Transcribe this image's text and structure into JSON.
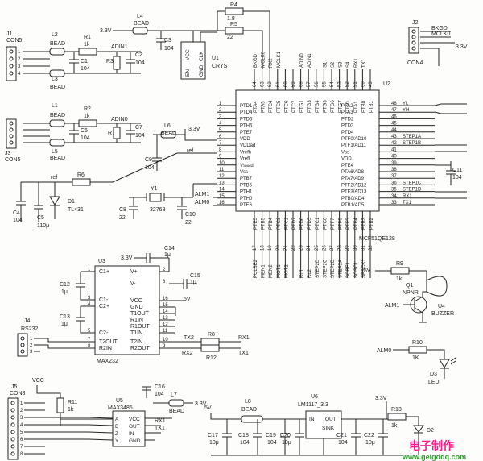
{
  "connectors": {
    "j1": {
      "ref": "J1",
      "name": "CON5",
      "pins": [
        "1",
        "2",
        "3",
        "4"
      ]
    },
    "j3": {
      "ref": "J3",
      "name": "CON5",
      "pins": [
        "1",
        "2",
        "3",
        "4"
      ]
    },
    "j2": {
      "ref": "J2",
      "name": "CON4",
      "nets": [
        "BKGD",
        "MCLK0",
        "3.3V"
      ],
      "pins": [
        "4",
        "3",
        "2",
        "1"
      ]
    },
    "j4": {
      "ref": "J4",
      "name": "RS232",
      "pins": [
        "1",
        "2",
        "3"
      ]
    },
    "j5": {
      "ref": "J5",
      "name": "CON8",
      "pins": [
        "1",
        "2",
        "3",
        "4",
        "5",
        "6",
        "7",
        "8"
      ]
    }
  },
  "top": {
    "v33": "3.3V",
    "l4": "L4",
    "l4b": "BEAD",
    "c3": "C3",
    "c3v": "104",
    "r4": "R4",
    "r4v": "1.8",
    "r5": "R5",
    "r5v": "22",
    "vcc": "VCC",
    "en": "EN",
    "gnd": "GND",
    "clk": "CLK",
    "u1": "U1",
    "crys": "CRYS",
    "l2": "L2",
    "l2b": "BEAD",
    "r1": "R1",
    "r1v": "1k",
    "adin1": "ADIN1",
    "c1": "C1",
    "c1v": "104",
    "r3": "R3",
    "c2": "C2",
    "c2v": "104",
    "l3": "L3",
    "l3b": "BEAD",
    "l1": "L1",
    "l1b": "BEAD",
    "r2": "R2",
    "r2v": "1k",
    "adin0": "ADIN0",
    "c6": "C6",
    "c6v": "104",
    "r7": "R7",
    "c7": "C7",
    "c7v": "104",
    "l5": "L5",
    "l5b": "BEAD",
    "r6": "R6",
    "ref": "ref",
    "d1": "D1",
    "d1v": "TL431",
    "c4": "C4",
    "c4v": "104",
    "c5": "C5",
    "c5v": "110μ",
    "l6": "L6",
    "l6b": "BEAD",
    "v33b": "3.3V",
    "c9": "C9",
    "c9v": "104",
    "ref2": "ref",
    "y1": "Y1",
    "y1v": "32768",
    "c8": "C8",
    "c8v": "22",
    "c10": "C10",
    "c10v": "22",
    "alm1": "ALM1",
    "alm0": "ALM0"
  },
  "mcu": {
    "ref": "U2",
    "part": "MCF51QE128",
    "left_pins": [
      {
        "n": "1",
        "l": "PTD1"
      },
      {
        "n": "2",
        "l": "PTD4"
      },
      {
        "n": "3",
        "l": "PTD6"
      },
      {
        "n": "4",
        "l": "PTH6"
      },
      {
        "n": "5",
        "l": "PTE7"
      },
      {
        "n": "6",
        "l": "VDD"
      },
      {
        "n": "7",
        "l": "VDDad"
      },
      {
        "n": "8",
        "l": "Vrefh"
      },
      {
        "n": "9",
        "l": "Vrefl"
      },
      {
        "n": "10",
        "l": "Vssad"
      },
      {
        "n": "11",
        "l": "Vss"
      },
      {
        "n": "12",
        "l": "PTB7"
      },
      {
        "n": "13",
        "l": "PTB6"
      },
      {
        "n": "14",
        "l": "PTH1"
      },
      {
        "n": "15",
        "l": "PTH0"
      },
      {
        "n": "16",
        "l": "PTE6"
      }
    ],
    "right_pins": [
      {
        "n": "48",
        "l": "PTA2",
        "net": "YL"
      },
      {
        "n": "47",
        "l": "PTA3",
        "net": "YH"
      },
      {
        "n": "46",
        "l": "PTD2",
        "net": ""
      },
      {
        "n": "45",
        "l": "PTD3",
        "net": ""
      },
      {
        "n": "44",
        "l": "PTD4",
        "net": ""
      },
      {
        "n": "43",
        "l": "PTF0/AD10",
        "net": "STEP1A"
      },
      {
        "n": "42",
        "l": "PTF1/AD11",
        "net": "STEP1B"
      },
      {
        "n": "41",
        "l": "Vss",
        "net": ""
      },
      {
        "n": "40",
        "l": "VDD",
        "net": ""
      },
      {
        "n": "39",
        "l": "PTE4",
        "net": ""
      },
      {
        "n": "38",
        "l": "PTA6/AD8",
        "net": ""
      },
      {
        "n": "37",
        "l": "PTA7/AD9",
        "net": ""
      },
      {
        "n": "36",
        "l": "PTF2/AD12",
        "net": "STEP1C"
      },
      {
        "n": "35",
        "l": "PTF3/AD13",
        "net": "STEP1D"
      },
      {
        "n": "34",
        "l": "PTB0/AD4",
        "net": "RX1"
      },
      {
        "n": "33",
        "l": "PTB1/AD5",
        "net": "TX1"
      }
    ],
    "top_nums": [
      "64",
      "63",
      "62",
      "61",
      "60",
      "59",
      "58",
      "57",
      "56",
      "55",
      "54",
      "53",
      "52",
      "51",
      "50",
      "49"
    ],
    "top_pins": [
      "PTA4",
      "PTA5",
      "PTC4",
      "PTC5",
      "PTC6",
      "PTC7",
      "PTG1",
      "PTG3",
      "PTG4",
      "PTG5",
      "PTG6",
      "PTG7",
      "PTA0",
      "PTA1",
      "PTB0",
      "PTB1"
    ],
    "top_nets": [
      "BKGD",
      "MCLK0",
      "RX2",
      "MCLK1",
      "",
      "",
      "ADIN0",
      "ADIN1",
      "",
      "S1",
      "S2",
      "S3",
      "S4",
      "RX1",
      "TX1",
      ""
    ],
    "bottom_nums": [
      "17",
      "18",
      "19",
      "20",
      "21",
      "22",
      "23",
      "24",
      "25",
      "26",
      "27",
      "28",
      "29",
      "30",
      "31",
      "32"
    ],
    "bottom_pins": [
      "PTE5",
      "PTB5",
      "PTB4",
      "PTC3",
      "PTC2",
      "PTD7",
      "PTD6",
      "PTD5",
      "PTC1",
      "PTC0",
      "PTF7",
      "PTF6",
      "PTF5",
      "PTF4",
      "PTB3",
      "PTB2"
    ],
    "bottom_nets": [
      "PULSE2",
      "MEN1",
      "MEN2",
      "MOT1",
      "MOT2",
      "",
      "RL1",
      "RL2",
      "STEP2D",
      "STEP2C",
      "STEP2B",
      "STEP2A",
      "SOBE1",
      "SOSC1",
      "SPSCK1",
      ""
    ],
    "c11": "C11",
    "c11v": "104"
  },
  "max232": {
    "ref": "U3",
    "part": "MAX232",
    "c14": "C14",
    "c14v": "1μ",
    "v33": "3.3V",
    "c15": "C15",
    "c15v": "1μ",
    "c12": "C12",
    "c12v": "1μ",
    "c13": "C13",
    "c13v": "1μ",
    "v5": "5V",
    "left": [
      {
        "l": "C1+",
        "n": "1"
      },
      {
        "l": "C1-",
        "n": "3"
      },
      {
        "l": "C2+",
        "n": "4"
      },
      {
        "l": "C2-",
        "n": "5"
      },
      {
        "l": "T2OUT",
        "n": "7"
      },
      {
        "l": "R2IN",
        "n": "8"
      }
    ],
    "right": [
      {
        "l": "V+",
        "n": "2"
      },
      {
        "l": "V-",
        "n": "6"
      },
      {
        "l": "VCC",
        "n": "16"
      },
      {
        "l": "GND",
        "n": "15"
      },
      {
        "l": "T1OUT",
        "n": "14"
      },
      {
        "l": "R1IN",
        "n": "13"
      },
      {
        "l": "R1OUT",
        "n": "12"
      },
      {
        "l": "T1IN",
        "n": "11"
      },
      {
        "l": "T2IN",
        "n": "10"
      },
      {
        "l": "R2OUT",
        "n": "9"
      }
    ],
    "r8": "R8",
    "r12": "R12",
    "tx2": "TX2",
    "rx2": "RX2",
    "rx1": "RX1",
    "tx1": "TX1"
  },
  "buzzer": {
    "v5": "5V",
    "r9": "R9",
    "r9v": "1k",
    "q1": "Q1",
    "q1v": "NPNR",
    "u4": "U4",
    "u4v": "BUZZER",
    "alm1": "ALM1",
    "alm0": "ALM0",
    "r10": "R10",
    "r10v": "1K",
    "d3": "D3",
    "d3v": "LED"
  },
  "max3485": {
    "vcc": "VCC",
    "r11": "R11",
    "r11v": "1k",
    "ref": "U5",
    "part": "MAX3485",
    "pins_l": [
      "A",
      "B",
      "Z",
      "Y"
    ],
    "pins_r": [
      "VCC",
      "OUT",
      "IN",
      "GND"
    ],
    "c16": "C16",
    "c16v": "104",
    "l7": "L7",
    "l7b": "BEAD",
    "v33": "3.3V",
    "rx1": "RX1",
    "tx1": "TX1"
  },
  "power": {
    "v5": "5V",
    "l8": "L8",
    "l8b": "BEAD",
    "u6": "U6",
    "u6v": "LM1117_3.3",
    "in": "IN",
    "out": "OUT",
    "sink": "SINK",
    "v33": "3.3V",
    "r13": "R13",
    "r13v": "1k",
    "d2": "D2",
    "caps": [
      {
        "r": "C17",
        "v": "10μ"
      },
      {
        "r": "C18",
        "v": "104"
      },
      {
        "r": "C19",
        "v": "104"
      },
      {
        "r": "C20",
        "v": "10μ"
      },
      {
        "r": "C21",
        "v": "104"
      },
      {
        "r": "C22",
        "v": "10μ"
      }
    ]
  },
  "watermark": "www.geigddq.com"
}
